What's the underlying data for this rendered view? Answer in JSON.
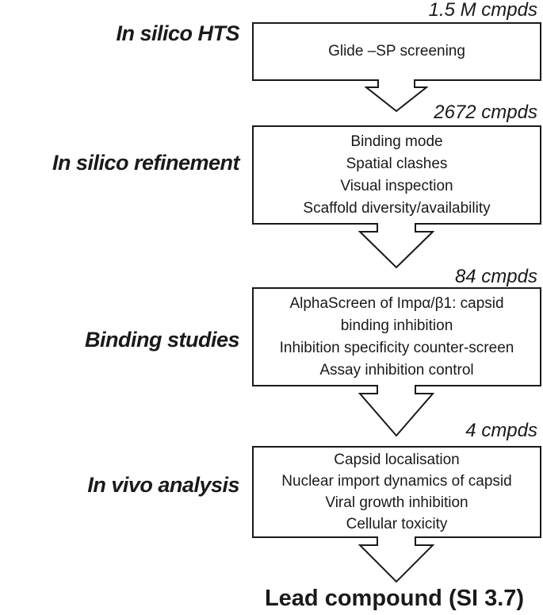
{
  "diagram": {
    "title_implicit": "Compound screening funnel",
    "colors": {
      "ink": "#1a1a1a",
      "background": "#ffffff"
    },
    "stages": [
      {
        "label": "In silico HTS",
        "count": "1.5 M cmpds",
        "box_lines": [
          "Glide –SP screening"
        ]
      },
      {
        "label": "In silico refinement",
        "count": "2672 cmpds",
        "box_lines": [
          "Binding mode",
          "Spatial clashes",
          "Visual inspection",
          "Scaffold diversity/availability"
        ]
      },
      {
        "label": "Binding studies",
        "count": "84 cmpds",
        "box_lines": [
          "AlphaScreen of Impα/β1: capsid",
          "binding inhibition",
          "Inhibition specificity counter-screen",
          "Assay inhibition control"
        ]
      },
      {
        "label": "In vivo analysis",
        "count": "4 cmpds",
        "box_lines": [
          "Capsid localisation",
          "Nuclear import dynamics of capsid",
          "Viral growth inhibition",
          "Cellular toxicity"
        ]
      }
    ],
    "result": "Lead compound (SI 3.7)"
  }
}
